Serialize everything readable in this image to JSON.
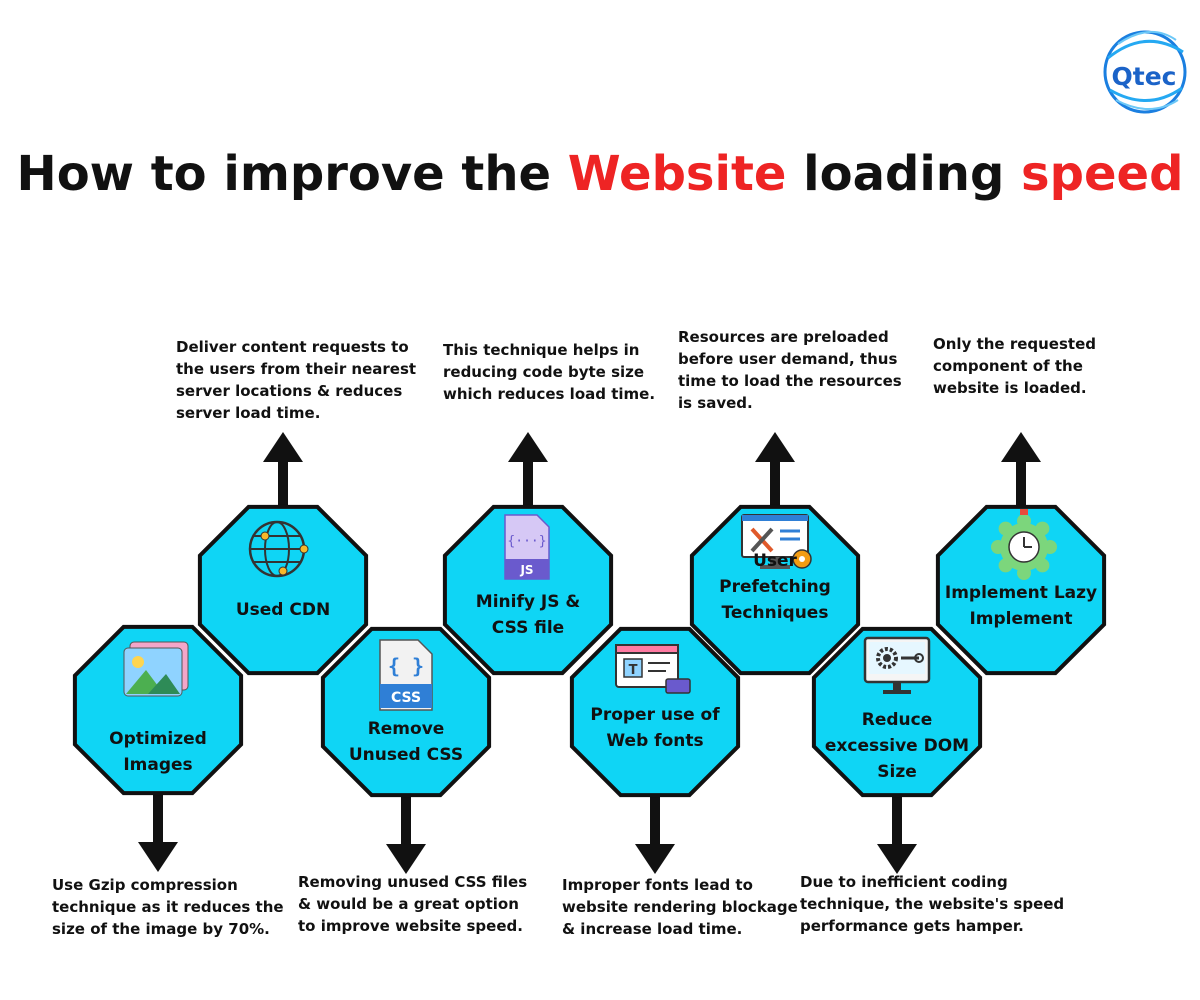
{
  "brand": {
    "name": "Qtec",
    "color": "#1b63c8"
  },
  "title": {
    "part1": "How to improve the ",
    "highlight1": "Website",
    "part2": " loading ",
    "highlight2": "speed",
    "highlight_color": "#ee2424"
  },
  "colors": {
    "octagon_fill": "#0fd5f5",
    "outline": "#111111"
  },
  "steps": [
    {
      "label": [
        "Optimized",
        "Images"
      ],
      "icon": "image-gallery-icon",
      "description": [
        "Use Gzip compression",
        "technique as it reduces the",
        "size of the image by 70%."
      ]
    },
    {
      "label": [
        "Used CDN"
      ],
      "icon": "globe-network-icon",
      "description": [
        "Deliver content requests to",
        "the users from their nearest",
        "server locations & reduces",
        "server load time."
      ]
    },
    {
      "label": [
        "Remove",
        "Unused CSS"
      ],
      "icon": "css-file-icon",
      "description": [
        "Removing unused CSS files",
        "& would be a great option",
        "to improve website speed."
      ]
    },
    {
      "label": [
        "Minify JS &",
        "CSS file"
      ],
      "icon": "js-file-icon",
      "description": [
        "This technique helps in",
        "reducing code byte size",
        "which reduces load time."
      ]
    },
    {
      "label": [
        "Proper use of",
        "Web fonts"
      ],
      "icon": "font-editor-icon",
      "description": [
        "Improper fonts lead to",
        "website rendering blockage",
        "& increase load time."
      ]
    },
    {
      "label": [
        "User",
        "Prefetching",
        "Techniques"
      ],
      "icon": "monitor-tools-icon",
      "description": [
        "Resources are preloaded",
        "before user demand, thus",
        "time to load the resources",
        "is saved."
      ]
    },
    {
      "label": [
        "Reduce",
        "excessive DOM",
        "Size"
      ],
      "icon": "computer-settings-icon",
      "description": [
        "Due to inefficient coding",
        "technique, the website's speed",
        "performance gets hamper."
      ]
    },
    {
      "label": [
        "Implement Lazy",
        "Implement"
      ],
      "icon": "timer-gear-icon",
      "description": [
        "Only the requested",
        "component of the",
        "website is loaded."
      ]
    }
  ]
}
